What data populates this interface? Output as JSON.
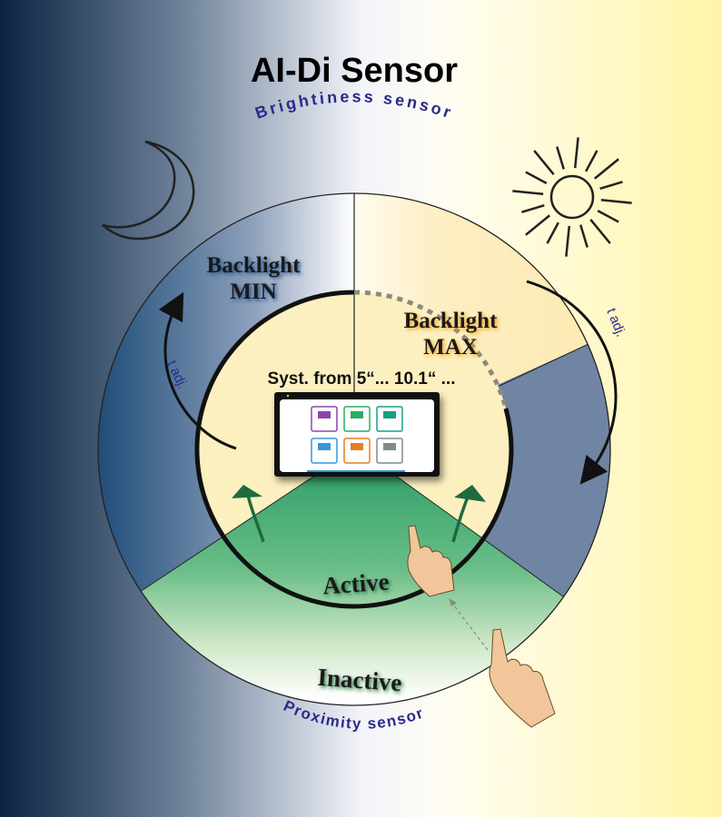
{
  "title": "AI-Di Sensor",
  "brightness_sensor_label": "Brightiness sensor",
  "proximity_sensor_label": "Proximity sensor",
  "backlight_min": {
    "line1": "Backlight",
    "line2": "MIN"
  },
  "backlight_max": {
    "line1": "Backlight",
    "line2": "MAX"
  },
  "t_adj_left": "t adj.",
  "t_adj_right": "t adj.",
  "system_label": "Syst. from 5“... 10.1“ ...",
  "active_label": "Active",
  "inactive_label": "Inactive",
  "colors": {
    "night": "#0b2440",
    "day": "#fff5a8",
    "inner": "#fdf0c0",
    "band": "#6f85a3",
    "green": "#4fb07d",
    "arrow_green": "#1e6b3e",
    "label_blue": "#2a2a8a"
  },
  "screen_tiles": [
    "#8e44ad",
    "#27ae60",
    "#16a085",
    "#3498db",
    "#e67e22",
    "#7f8c8d"
  ]
}
